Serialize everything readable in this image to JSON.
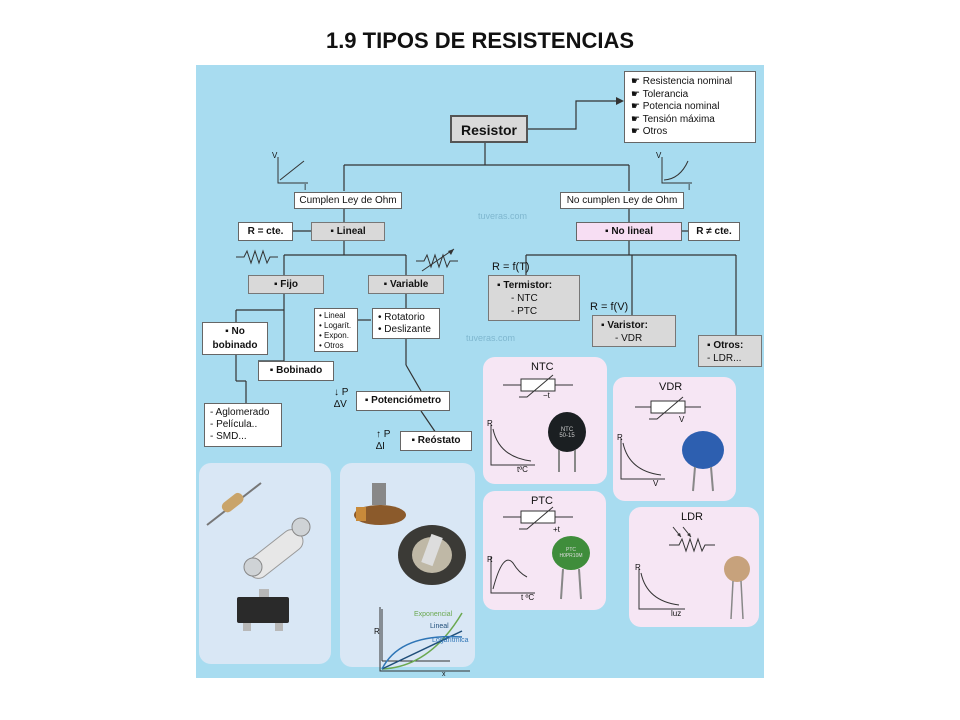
{
  "title": "1.9 TIPOS DE RESISTENCIAS",
  "resistor": "Resistor",
  "properties": [
    "Resistencia nominal",
    "Tolerancia",
    "Potencia nominal",
    "Tensión máxima",
    "Otros"
  ],
  "bullet": "☛",
  "graph_labels": {
    "v": "V",
    "i": "I"
  },
  "cumplen": "Cumplen Ley de Ohm",
  "no_cumplen": "No cumplen Ley de Ohm",
  "r_cte": "R = cte.",
  "r_no_cte": "R ≠ cte.",
  "lineal": "▪ Lineal",
  "no_lineal": "▪ No lineal",
  "fijo": "▪ Fijo",
  "variable": "▪ Variable",
  "no_bobinado_1": "▪ No",
  "no_bobinado_2": "bobinado",
  "bobinado": "▪ Bobinado",
  "fijo_list": [
    "- Aglomerado",
    "- Película..",
    "- SMD..."
  ],
  "var_types": [
    "• Lineal",
    "• Logarít.",
    "• Expon.",
    "• Otros"
  ],
  "var_modes": [
    "• Rotatorio",
    "• Deslizante"
  ],
  "potenciometro": "▪ Potenciómetro",
  "reostato": "▪ Reóstato",
  "pot_sym": {
    "p": "↓ P",
    "v": "∆V"
  },
  "reo_sym": {
    "p": "↑ P",
    "i": "∆I"
  },
  "rft": "R = f(T)",
  "rfv": "R = f(V)",
  "termistor": "▪ Termistor:",
  "termistor_list": [
    "- NTC",
    "- PTC"
  ],
  "varistor": "▪ Varistor:",
  "varistor_list": [
    "- VDR"
  ],
  "otros": "▪ Otros:",
  "otros_list": [
    "- LDR..."
  ],
  "ntc": {
    "title": "NTC",
    "sym": "−t",
    "r": "R",
    "x": "tºC",
    "chip": "NTC 50-15"
  },
  "ptc": {
    "title": "PTC",
    "sym": "+t",
    "r": "R",
    "x": "t ºC",
    "chip": "PTC H0PR10M"
  },
  "vdr": {
    "title": "VDR",
    "sym": "V",
    "r": "R",
    "x": "V"
  },
  "ldr": {
    "title": "LDR",
    "r": "R",
    "x": "luz"
  },
  "pot_graph": {
    "r": "R",
    "x": "x",
    "exp": "Exponencial",
    "lin": "Lineal",
    "log": "Logarítmica"
  },
  "watermark": "tuveras.com",
  "colors": {
    "bg": "#a8dcf0",
    "panel_pink": "#f6e6f4",
    "panel_blue": "#d9e7f5",
    "box_gray": "#d9d9d9",
    "exp": "#6aa84f",
    "lin": "#1f4e79",
    "log": "#2e75b6"
  }
}
